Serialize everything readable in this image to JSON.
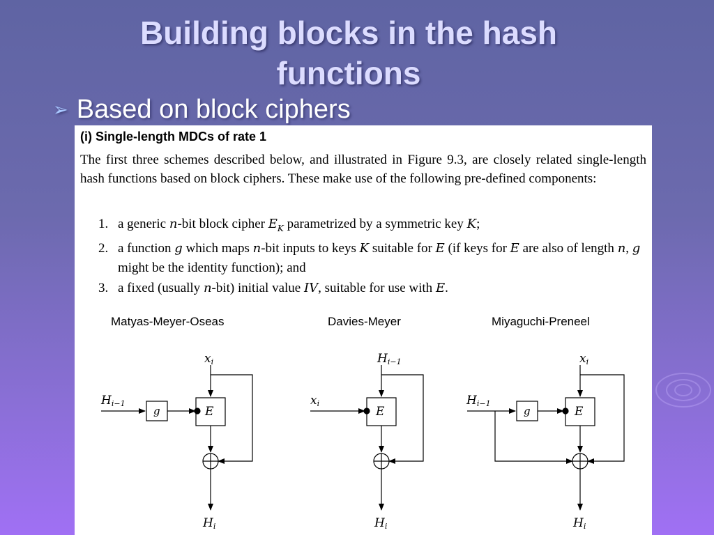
{
  "slide": {
    "title_line1": "Building blocks in the hash",
    "title_line2": "functions",
    "bullet": "Based on block ciphers"
  },
  "section": {
    "heading": "(i)  Single-length MDCs of rate 1",
    "paragraph": "The first three schemes described below, and illustrated in Figure 9.3, are closely related single-length hash functions based on block ciphers. These make use of the following pre-defined components:",
    "items": [
      {
        "num": "1.",
        "a": "a generic ",
        "b": "n",
        "c": "-bit block cipher ",
        "d": "E",
        "e": "K",
        "f": " parametrized by a symmetric key ",
        "g": "K",
        "h": ";"
      },
      {
        "num": "2.",
        "a": "a function ",
        "b": "g",
        "c": " which maps ",
        "d": "n",
        "e": "-bit inputs to keys ",
        "f": "K",
        "g": " suitable for ",
        "h": "E",
        "i": " (if keys for ",
        "j": "E",
        "k": " are also of length ",
        "l": "n",
        "m": ", ",
        "n2": "g",
        "o": " might be the identity function); and"
      },
      {
        "num": "3.",
        "a": "a fixed (usually ",
        "b": "n",
        "c": "-bit) initial value ",
        "d": "IV",
        "e": ", suitable for use with ",
        "f": "E",
        "g": "."
      }
    ]
  },
  "schemes": [
    {
      "name": "Matyas-Meyer-Oseas",
      "input_top": "x",
      "input_top_sub": "i",
      "input_left": "H",
      "input_left_sub": "i−1",
      "g_label": "g",
      "box_label": "E",
      "output": "H",
      "output_sub": "i"
    },
    {
      "name": "Davies-Meyer",
      "input_top": "H",
      "input_top_sub": "i−1",
      "input_left": "x",
      "input_left_sub": "i",
      "box_label": "E",
      "output": "H",
      "output_sub": "i"
    },
    {
      "name": "Miyaguchi-Preneel",
      "input_top": "x",
      "input_top_sub": "i",
      "input_left": "H",
      "input_left_sub": "i−1",
      "g_label": "g",
      "box_label": "E",
      "output": "H",
      "output_sub": "i"
    }
  ]
}
